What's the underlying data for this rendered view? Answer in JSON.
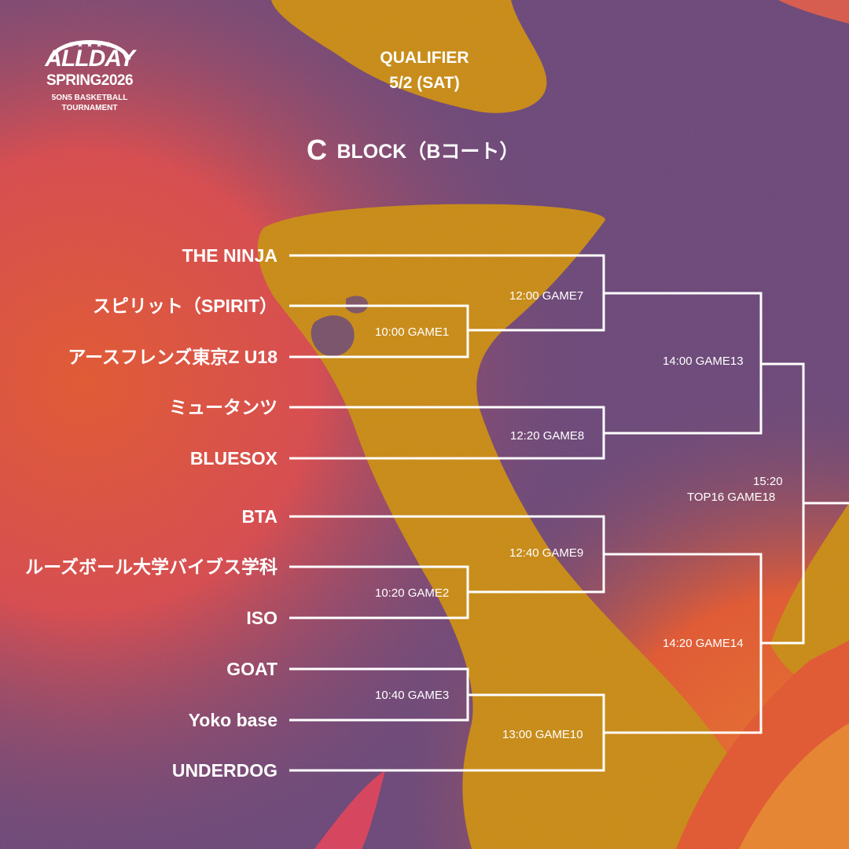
{
  "brand": {
    "logo_top": "ALLDAY",
    "logo_edition": "SPRING2026",
    "logo_sub1": "5ON5 BASKETBALL",
    "logo_sub2": "TOURNAMENT"
  },
  "header": {
    "stage": "QUALIFIER",
    "date": "5/2 (SAT)",
    "block_letter": "C",
    "block_label": "BLOCK（Bコート）"
  },
  "teams": [
    "THE NINJA",
    "スピリット（SPIRIT）",
    "アースフレンズ東京Z U18",
    "ミュータンツ",
    "BLUESOX",
    "BTA",
    "ルーズボール大学バイブス学科",
    "ISO",
    "GOAT",
    "Yoko base",
    "UNDERDOG"
  ],
  "games": {
    "g1": "10:00 GAME1",
    "g7": "12:00 GAME7",
    "g8": "12:20 GAME8",
    "g13": "14:00 GAME13",
    "g9": "12:40 GAME9",
    "g2": "10:20 GAME2",
    "g3": "10:40 GAME3",
    "g10": "13:00 GAME10",
    "g14": "14:20 GAME14",
    "g18_time": "15:20",
    "g18_name": "TOP16 GAME18"
  },
  "colors": {
    "purple": "#6a4577",
    "gold": "#c98a12",
    "orange": "#e2562e",
    "red": "#d83f4f",
    "line": "#ffffff"
  }
}
